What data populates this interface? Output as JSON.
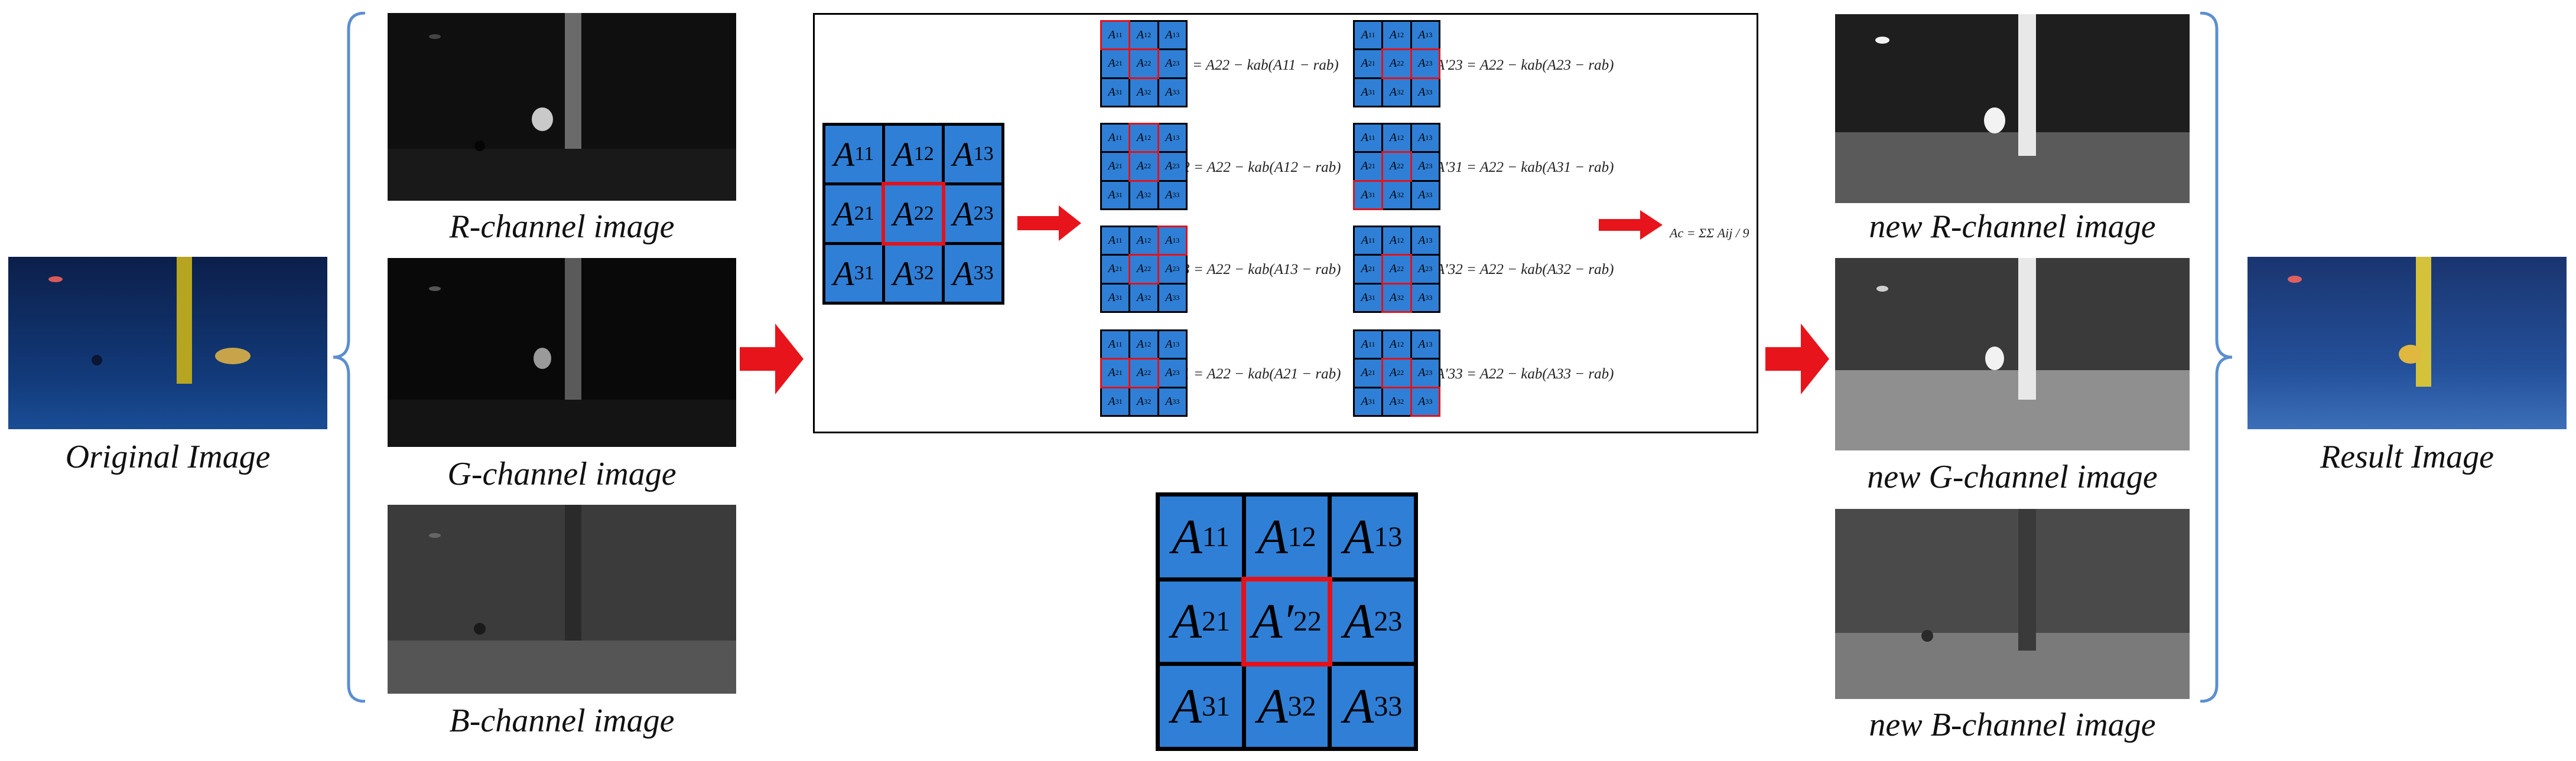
{
  "captions": {
    "original": "Original Image",
    "r_channel": "R-channel image",
    "g_channel": "G-channel image",
    "b_channel": "B-channel image",
    "new_r": "new R-channel image",
    "new_g": "new G-channel image",
    "new_b": "new B-channel image",
    "result": "Result Image"
  },
  "matrix": {
    "cells": [
      "11",
      "12",
      "13",
      "21",
      "22",
      "23",
      "31",
      "32",
      "33"
    ],
    "symbol": "A",
    "center_prime": "A′"
  },
  "equations": [
    "A′11 = A22 − kab(A11 − rab)",
    "A′12 = A22 − kab(A12 − rab)",
    "A′13 = A22 − kab(A13 − rab)",
    "A′21 = A22 − kab(A21 − rab)",
    "A′23 = A22 − kab(A23 − rab)",
    "A′31 = A22 − kab(A31 − rab)",
    "A′32 = A22 − kab(A32 − rab)",
    "A′33 = A22 − kab(A33 − rab)"
  ],
  "average_formula": "Ac = ΣΣ Aij / 9",
  "colors": {
    "cell_fill": "#2f7fd6",
    "highlight": "#e3121a",
    "arrow": "#e8141b",
    "brace": "#5b8fd0"
  }
}
